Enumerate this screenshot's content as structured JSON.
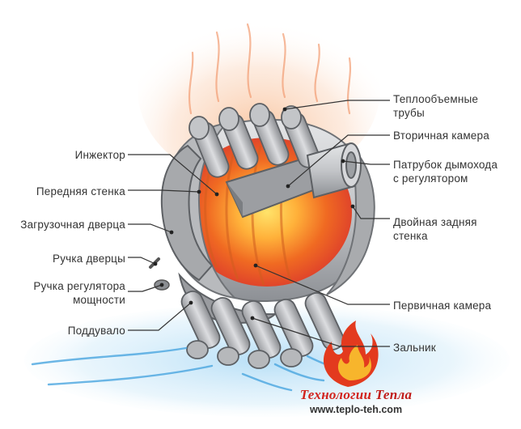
{
  "labels": {
    "heat_tubes": "Теплообъемные\nтрубы",
    "secondary_chamber": "Вторичная камера",
    "chimney_pipe": "Патрубок дымохода\nс регулятором",
    "double_back_wall": "Двойная задняя\nстенка",
    "primary_chamber": "Первичная камера",
    "grate": "Зальник",
    "injector": "Инжектор",
    "front_wall": "Передняя стенка",
    "loading_door": "Загрузочная дверца",
    "door_handle": "Ручка дверцы",
    "power_regulator_handle": "Ручка регулятора\nмощности",
    "ash_pit": "Поддувало"
  },
  "brand": {
    "name_part1": "Технологии",
    "name_part2": "Тепла",
    "url": "www.teplo-teh.com"
  },
  "colors": {
    "flame_core": "#ffd23c",
    "flame_mid": "#f07a1e",
    "flame_outer": "#d9341b",
    "steel": "#c9cacc",
    "steel_dark": "#7d7f83",
    "cold_air": "#4aa6e0",
    "hot_air": "#f4a06a",
    "leader_line": "#333333",
    "brand_red": "#d2231c"
  }
}
